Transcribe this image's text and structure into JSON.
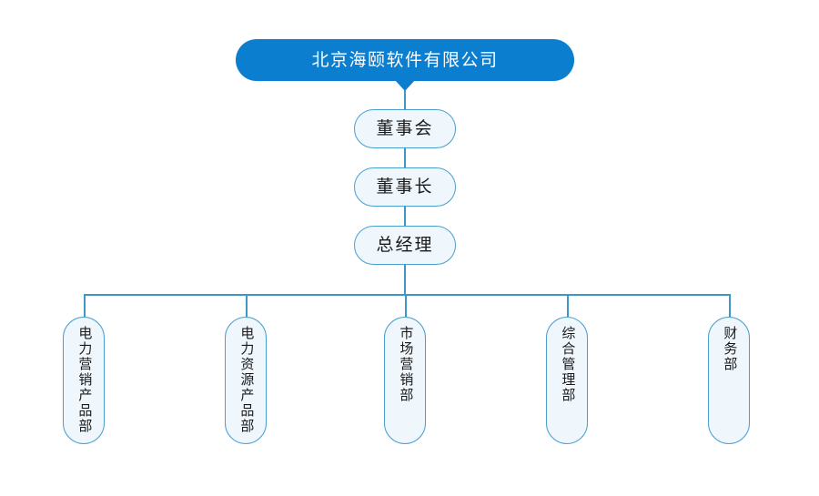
{
  "company": {
    "name": "北京海颐软件有限公司",
    "banner_color": "#0b7ed0",
    "banner_text_color": "#ffffff"
  },
  "theme": {
    "node_fill": "#eff7fd",
    "node_border": "#4a9fd0",
    "connector_color": "#3f97c8",
    "text_color": "#1a1a1a",
    "background": "#ffffff"
  },
  "hierarchy": {
    "levels": [
      {
        "label": "董事会"
      },
      {
        "label": "董事长"
      },
      {
        "label": "总经理"
      }
    ],
    "departments": [
      {
        "label": "电力营销产品部"
      },
      {
        "label": "电力资源产品部"
      },
      {
        "label": "市场营销部"
      },
      {
        "label": "综合管理部"
      },
      {
        "label": "财务部"
      }
    ]
  }
}
